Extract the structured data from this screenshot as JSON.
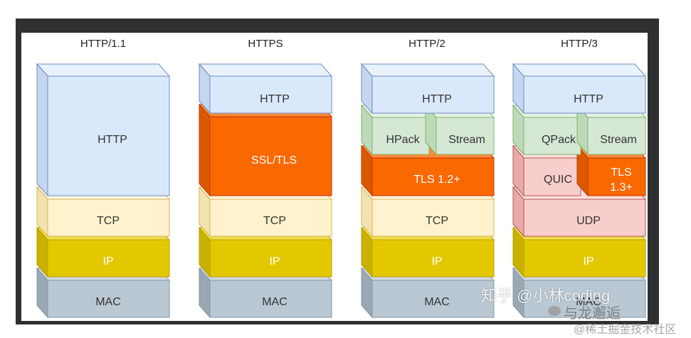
{
  "columns": [
    {
      "title": "HTTP/1.1",
      "layers": {
        "http": "HTTP",
        "tcp": "TCP",
        "ip": "IP",
        "mac": "MAC"
      }
    },
    {
      "title": "HTTPS",
      "layers": {
        "http": "HTTP",
        "ssl": "SSL/TLS",
        "tcp": "TCP",
        "ip": "IP",
        "mac": "MAC"
      }
    },
    {
      "title": "HTTP/2",
      "layers": {
        "http": "HTTP",
        "hpack": "HPack",
        "stream": "Stream",
        "tls": "TLS 1.2+",
        "tcp": "TCP",
        "ip": "IP",
        "mac": "MAC"
      }
    },
    {
      "title": "HTTP/3",
      "layers": {
        "http": "HTTP",
        "qpack": "QPack",
        "stream": "Stream",
        "quic": "QUIC",
        "tls_line1": "TLS",
        "tls_line2": "1.3+",
        "udp": "UDP",
        "ip": "IP",
        "mac": "MAC"
      }
    }
  ],
  "watermark": {
    "zhihu": "知乎 @小林coding",
    "wechat": "与龙邂逅",
    "juejin": "@稀土掘金技术社区"
  },
  "colors": {
    "http": "#dae8fc",
    "tls": "#fa6800",
    "tcp": "#fff2cc",
    "ip": "#e3c800",
    "mac": "#bac8d3",
    "green": "#d5e8d4",
    "red": "#f8cecc"
  }
}
